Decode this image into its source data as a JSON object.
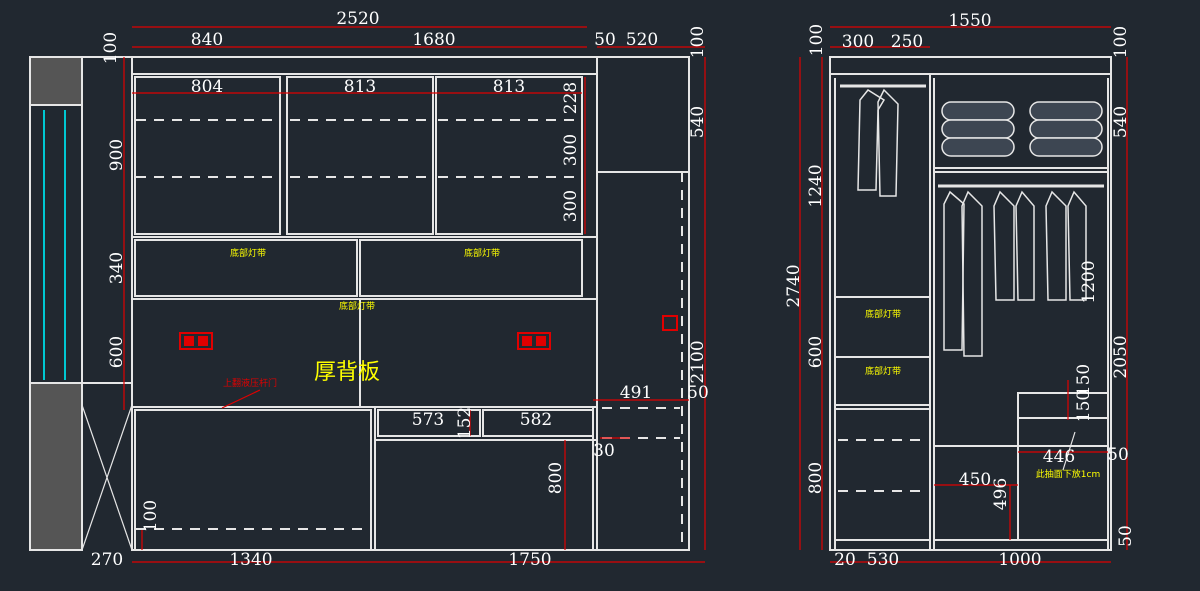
{
  "colors": {
    "background": "#212830",
    "outline": "#e6e6e6",
    "dimension": "#e00000",
    "label": "#ffff00",
    "accent": "#00c8d2"
  },
  "dimensions": {
    "total_width": "2520",
    "left_width": "840",
    "middle_width": "1680",
    "gap_50": "50",
    "right_width": "520",
    "top_margin_left": "100",
    "top_margin_right": "100",
    "niche_a": "804",
    "niche_b": "813",
    "niche_c": "813",
    "shelf_228": "228",
    "shelf_300a": "300",
    "shelf_300b": "300",
    "height_900": "900",
    "height_340": "340",
    "height_600": "600",
    "height_540": "540",
    "height_2100": "2100",
    "height_50": "50",
    "width_491": "491",
    "drawer_573": "573",
    "drawer_152": "152",
    "drawer_582": "582",
    "width_30": "30",
    "height_800": "800",
    "base_100": "100",
    "bottom_270": "270",
    "bottom_1340": "1340",
    "bottom_1750": "1750",
    "side_total": "1550",
    "side_300": "300",
    "side_250": "250",
    "side_100_left": "100",
    "side_100_right": "100",
    "side_1240": "1240",
    "side_2740": "2740",
    "side_600": "600",
    "side_800": "800",
    "side_540": "540",
    "side_1200": "1200",
    "side_2050": "2050",
    "side_150": "150",
    "side_150b": "150",
    "side_446": "446",
    "side_50": "50",
    "side_450": "450",
    "side_496": "496",
    "side_50_bottom": "50",
    "side_20": "20",
    "side_530": "530",
    "side_1000": "1000"
  },
  "labels": {
    "light_strip_1": "底部灯带",
    "light_strip_2": "底部灯带",
    "light_strip_3": "底部灯带",
    "back_panel": "厚背板",
    "flip_door": "上翻液压杆门",
    "side_light_strip_1": "底部灯带",
    "side_light_strip_2": "底部灯带",
    "drawer_note": "此抽面下放1cm"
  }
}
